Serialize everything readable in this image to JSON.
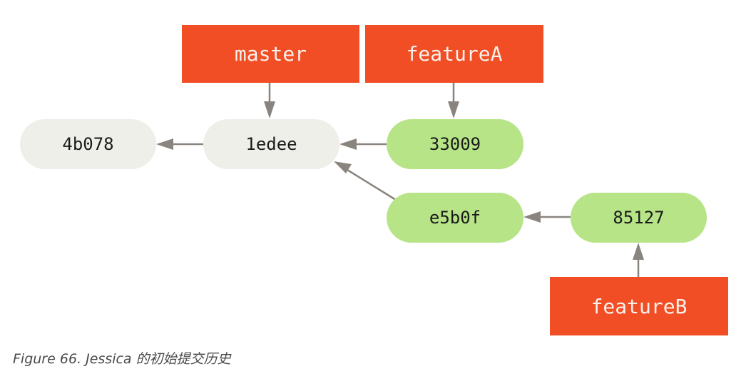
{
  "diagram": {
    "branches": [
      {
        "id": "master",
        "label": "master",
        "points_to": "1edee"
      },
      {
        "id": "featureA",
        "label": "featureA",
        "points_to": "33009"
      },
      {
        "id": "featureB",
        "label": "featureB",
        "points_to": "85127"
      }
    ],
    "commits": [
      {
        "id": "4b078",
        "label": "4b078",
        "parent": null,
        "color": "#efefe9"
      },
      {
        "id": "1edee",
        "label": "1edee",
        "parent": "4b078",
        "color": "#efefe9"
      },
      {
        "id": "33009",
        "label": "33009",
        "parent": "1edee",
        "color": "#b7e487"
      },
      {
        "id": "e5b0f",
        "label": "e5b0f",
        "parent": "1edee",
        "color": "#b7e487"
      },
      {
        "id": "85127",
        "label": "85127",
        "parent": "e5b0f",
        "color": "#b7e487"
      }
    ],
    "colors": {
      "branch": "#f14e26",
      "arrow": "#8a847f"
    }
  },
  "caption": "Figure 66. Jessica 的初始提交历史"
}
